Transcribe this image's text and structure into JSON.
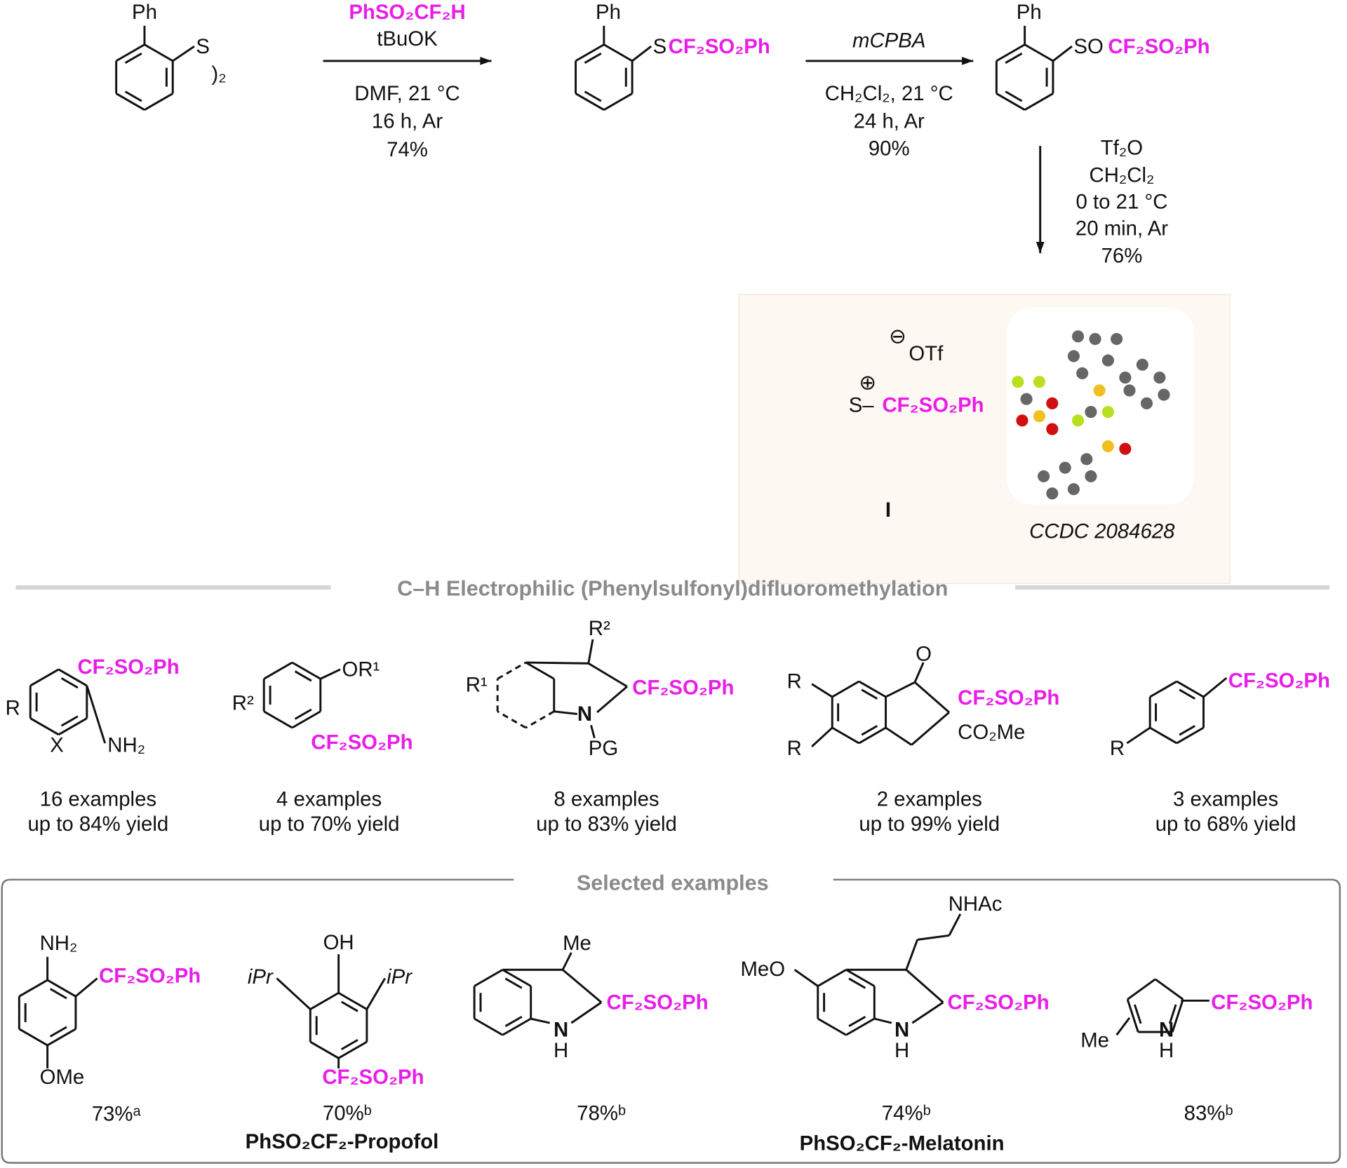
{
  "scheme": {
    "start": {
      "ph": "Ph",
      "s": "S",
      "paren": ")₂"
    },
    "step1": {
      "reagent": "PhSO₂CF₂H",
      "base": "tBuOK",
      "cond1": "DMF, 21 °C",
      "cond2": "16 h, Ar",
      "yield": "74%"
    },
    "int1": {
      "ph": "Ph",
      "s": "S",
      "group": "CF₂SO₂Ph"
    },
    "step2": {
      "reagent": "mCPBA",
      "cond1": "CH₂Cl₂, 21 °C",
      "cond2": "24 h, Ar",
      "yield": "90%"
    },
    "int2": {
      "ph": "Ph",
      "s": "SO",
      "group": "CF₂SO₂Ph"
    },
    "step3": {
      "reagent": "Tf₂O",
      "solvent": "CH₂Cl₂",
      "temp": "0 to 21 °C",
      "time": "20 min, Ar",
      "yield": "76%"
    },
    "product": {
      "anion": "OTf",
      "minus": "⊖",
      "plus": "⊕",
      "s": "S–",
      "group": "CF₂SO₂Ph",
      "label": "I",
      "ccdc": "CCDC 2084628"
    }
  },
  "section_title": "C–H Electrophilic (Phenylsulfonyl)difluoromethylation",
  "classes": [
    {
      "examples": "16 examples",
      "yield": "up to 84% yield",
      "labels": {
        "r": "R",
        "x": "X",
        "nh2": "NH₂",
        "group": "CF₂SO₂Ph"
      }
    },
    {
      "examples": "4 examples",
      "yield": "up to 70% yield",
      "labels": {
        "r": "R²",
        "or": "OR¹",
        "group": "CF₂SO₂Ph"
      }
    },
    {
      "examples": "8 examples",
      "yield": "up to 83% yield",
      "labels": {
        "r1": "R¹",
        "r2": "R²",
        "n": "N",
        "pg": "PG",
        "group": "CF₂SO₂Ph"
      }
    },
    {
      "examples": "2 examples",
      "yield": "up to 99% yield",
      "labels": {
        "r": "R",
        "o": "O",
        "ester": "CO₂Me",
        "group": "CF₂SO₂Ph"
      }
    },
    {
      "examples": "3 examples",
      "yield": "up to 68% yield",
      "labels": {
        "r": "R",
        "group": "CF₂SO₂Ph"
      }
    }
  ],
  "selected_title": "Selected examples",
  "selected": [
    {
      "yield": "73%ᵃ",
      "labels": {
        "nh2": "NH₂",
        "ome": "OMe",
        "group": "CF₂SO₂Ph"
      }
    },
    {
      "yield": "70%ᵇ",
      "name": "PhSO₂CF₂-Propofol",
      "labels": {
        "oh": "OH",
        "ipr": "iPr",
        "group": "CF₂SO₂Ph"
      }
    },
    {
      "yield": "78%ᵇ",
      "labels": {
        "me": "Me",
        "n": "N",
        "h": "H",
        "group": "CF₂SO₂Ph"
      }
    },
    {
      "yield": "74%ᵇ",
      "name": "PhSO₂CF₂-Melatonin",
      "labels": {
        "meo": "MeO",
        "nhac": "NHAc",
        "n": "N",
        "h": "H",
        "group": "CF₂SO₂Ph"
      }
    },
    {
      "yield": "83%ᵇ",
      "labels": {
        "me": "Me",
        "n": "N",
        "h": "H",
        "group": "CF₂SO₂Ph"
      }
    }
  ],
  "colors": {
    "highlight": "#e81ee8",
    "section_gray": "#8a8a8a",
    "box_fill": "#fdf8f1"
  }
}
